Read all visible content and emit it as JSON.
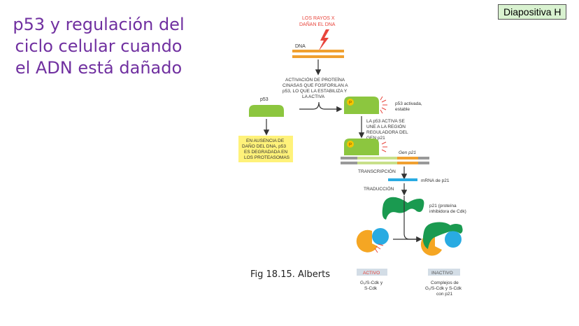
{
  "slide": {
    "title_lines": [
      "p53 y regulación del",
      "ciclo celular cuando",
      "el ADN está dañado"
    ],
    "badge": "Diapositiva H",
    "caption": "Fig 18.15. Alberts"
  },
  "diagram": {
    "xray_label": [
      "LOS RAYOS X",
      "DAÑAN EL DNA"
    ],
    "dna_label": "DNA",
    "activation_label": [
      "ACTIVACIÓN DE PROTEÍNA",
      "CINASAS QUE FOSFORILAN A",
      "p53, LO QUE LA ESTABILIZA Y",
      "LA ACTIVA"
    ],
    "p53_label": "p53",
    "phospho_symbol": "P",
    "p53_active_label": [
      "p53 activada,",
      "estable"
    ],
    "binding_label": [
      "LA p53 ACTIVA SE",
      "UNE A LA REGIÓN",
      "REGULADORA DEL",
      "GEN p21"
    ],
    "no_damage_box": [
      "EN AUSENCIA DE",
      "DAÑO DEL DNA, p53",
      "ES DEGRADADA EN",
      "LOS PROTEASOMAS"
    ],
    "gene_label": "Gen p21",
    "transcription_label": "TRANSCRIPCIÓN",
    "mrna_label": "mRNA de p21",
    "translation_label": "TRADUCCIÓN",
    "p21_label": [
      "p21 (proteína",
      "inhibidora de Cdk)"
    ],
    "active_label": "ACTIVO",
    "inactive_label": "INACTIVO",
    "active_complex_label": [
      "G₁/S-Cdk y",
      "S-Cdk"
    ],
    "inactive_complex_label": [
      "Complejos de",
      "G₁/S-Cdk y S-Cdk",
      "con p21"
    ]
  },
  "colors": {
    "title": "#7030a0",
    "xray": "#e8453c",
    "dna": "#f0a030",
    "p53": "#8cc63f",
    "phospho": "#f5c400",
    "yellow_box": "#fff27a",
    "mrna": "#29abe2",
    "p21": "#1a9a50",
    "cyclin": "#f5a623",
    "cdk": "#29abe2",
    "label_box": "#d3dde6"
  }
}
